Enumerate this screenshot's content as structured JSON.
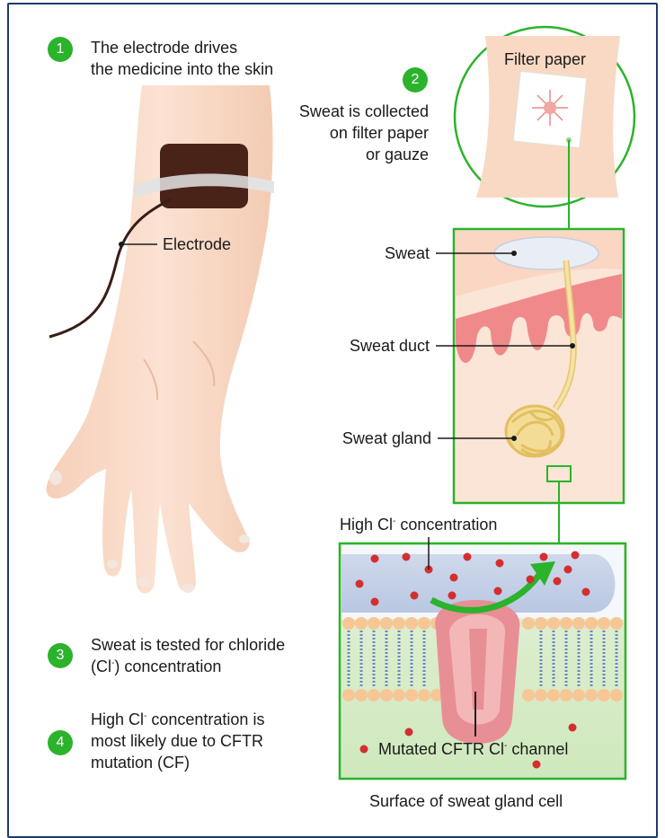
{
  "steps": [
    {
      "number": "1",
      "line1": "The electrode drives",
      "line2": "the medicine into the skin"
    },
    {
      "number": "2",
      "line1": "Sweat is collected",
      "line2": "on filter paper",
      "line3": "or gauze"
    },
    {
      "number": "3",
      "line1": "Sweat is tested for chloride",
      "line2a": "(Cl",
      "line2sup": "-",
      "line2b": ") concentration"
    },
    {
      "number": "4",
      "line1a": "High Cl",
      "line1sup": "-",
      "line1b": " concentration is",
      "line2": "most likely due to CFTR",
      "line3": "mutation (CF)"
    }
  ],
  "labels": {
    "electrode": "Electrode",
    "filter_paper": "Filter paper",
    "sweat": "Sweat",
    "sweat_duct": "Sweat duct",
    "sweat_gland": "Sweat gland",
    "high_cl_a": "High Cl",
    "high_cl_sup": "-",
    "high_cl_b": " concentration",
    "mutated_a": "Mutated CFTR Cl",
    "mutated_sup": "-",
    "mutated_b": " channel",
    "surface": "Surface of sweat gland cell"
  },
  "colors": {
    "accent_green": "#2bb32b",
    "frame_blue": "#1d3b6e",
    "skin": "#f9d9c4",
    "electrode_brown": "#4a2318",
    "dermis_pink": "#f08a8a",
    "gland_yellow": "#f3dd96",
    "chloride_red": "#d32f2f"
  }
}
